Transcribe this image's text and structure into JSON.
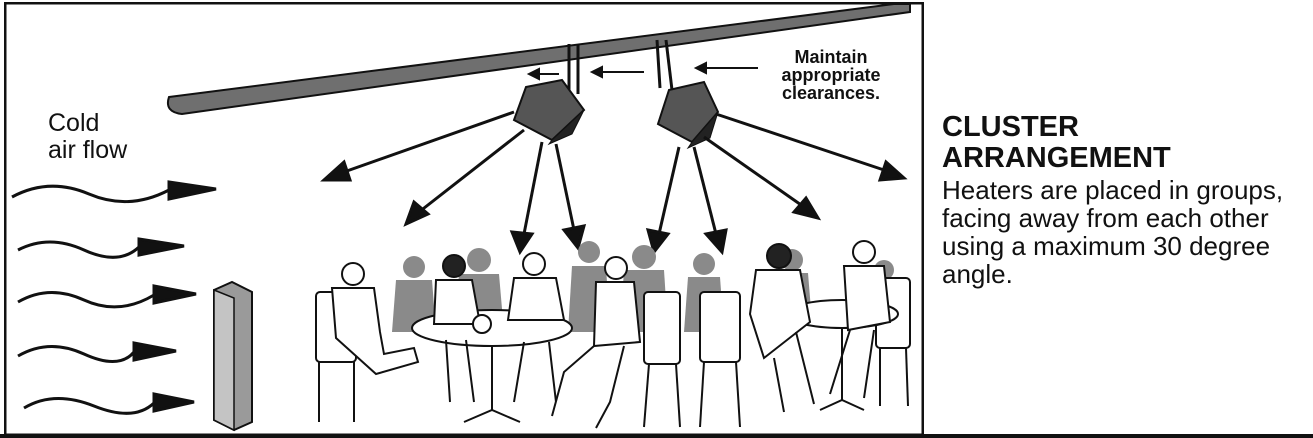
{
  "diagram": {
    "cold_air_label": "Cold\nair flow",
    "clearance_label": "Maintain\nappropriate\nclearances.",
    "title": "CLUSTER\nARRANGEMENT",
    "description": "Heaters are placed in groups, facing away from each other using a maximum 30 degree angle.",
    "colors": {
      "ink": "#111111",
      "heater": "#555555",
      "shadow": "#888888",
      "wall": "#9a9a9a",
      "ceiling": "#6f6f6f"
    },
    "icons": [
      "ceiling-beam",
      "heater-unit",
      "heat-arrow",
      "air-flow-arrow",
      "clearance-arrow",
      "wall-block",
      "people-silhouettes",
      "dining-table",
      "chair"
    ]
  }
}
